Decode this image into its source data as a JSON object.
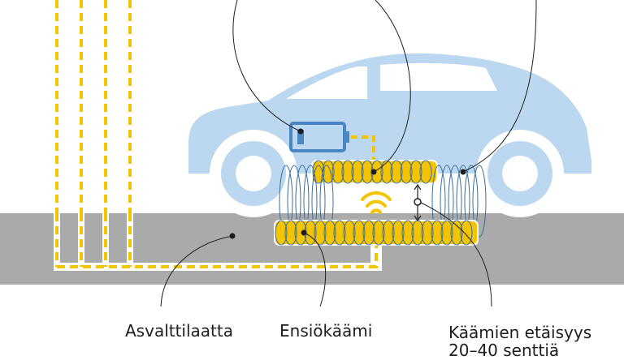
{
  "labels": {
    "asphalt": "Asvalttilaatta",
    "primary_coil": "Ensiökäämi",
    "coil_distance_line1": "Käämien etäisyys",
    "coil_distance_line2": "20–40 senttiä"
  },
  "colors": {
    "car": "#bcd7f0",
    "road": "#aaaaaa",
    "coil": "#f5c400",
    "wire": "#f5c400",
    "winding": "#3c6e9c",
    "battery": "#4a86c2",
    "leader": "#1e1e1e",
    "text": "#1e1e1e",
    "background": "#ffffff"
  },
  "icons": [
    "battery-icon",
    "wireless-signal-icon"
  ]
}
